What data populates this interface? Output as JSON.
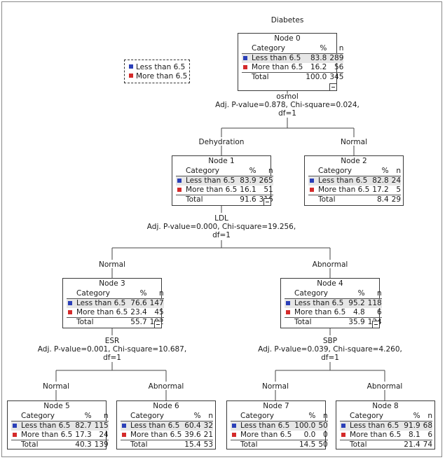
{
  "title": "Diabetes",
  "colors": {
    "less": "#2a3fb8",
    "more": "#d42a2a"
  },
  "legend": {
    "less": "Less than 6.5",
    "more": "More than 6.5"
  },
  "header": {
    "category": "Category",
    "pct": "%",
    "n": "n"
  },
  "nodes": {
    "n0": {
      "title": "Node 0",
      "r1": [
        "Less than 6.5",
        "83.8",
        "289"
      ],
      "r2": [
        "More than 6.5",
        "16.2",
        "56"
      ],
      "tot": [
        "Total",
        "100.0",
        "345"
      ]
    },
    "n1": {
      "title": "Node 1",
      "r1": [
        "Less than 6.5",
        "83.9",
        "265"
      ],
      "r2": [
        "More than 6.5",
        "16.1",
        "51"
      ],
      "tot": [
        "Total",
        "91.6",
        "316"
      ]
    },
    "n2": {
      "title": "Node 2",
      "r1": [
        "Less than 6.5",
        "82.8",
        "24"
      ],
      "r2": [
        "More than 6.5",
        "17.2",
        "5"
      ],
      "tot": [
        "Total",
        "8.4",
        "29"
      ]
    },
    "n3": {
      "title": "Node 3",
      "r1": [
        "Less than 6.5",
        "76.6",
        "147"
      ],
      "r2": [
        "More than 6.5",
        "23.4",
        "45"
      ],
      "tot": [
        "Total",
        "55.7",
        "192"
      ]
    },
    "n4": {
      "title": "Node 4",
      "r1": [
        "Less than 6.5",
        "95.2",
        "118"
      ],
      "r2": [
        "More than 6.5",
        "4.8",
        "6"
      ],
      "tot": [
        "Total",
        "35.9",
        "124"
      ]
    },
    "n5": {
      "title": "Node 5",
      "r1": [
        "Less than 6.5",
        "82.7",
        "115"
      ],
      "r2": [
        "More than 6.5",
        "17.3",
        "24"
      ],
      "tot": [
        "Total",
        "40.3",
        "139"
      ]
    },
    "n6": {
      "title": "Node 6",
      "r1": [
        "Less than 6.5",
        "60.4",
        "32"
      ],
      "r2": [
        "More than 6.5",
        "39.6",
        "21"
      ],
      "tot": [
        "Total",
        "15.4",
        "53"
      ]
    },
    "n7": {
      "title": "Node 7",
      "r1": [
        "Less than 6.5",
        "100.0",
        "50"
      ],
      "r2": [
        "More than 6.5",
        "0.0",
        "0"
      ],
      "tot": [
        "Total",
        "14.5",
        "50"
      ]
    },
    "n8": {
      "title": "Node 8",
      "r1": [
        "Less than 6.5",
        "91.9",
        "68"
      ],
      "r2": [
        "More than 6.5",
        "8.1",
        "6"
      ],
      "tot": [
        "Total",
        "21.4",
        "74"
      ]
    }
  },
  "splits": {
    "s0": {
      "var": "osmol",
      "stat": "Adj. P-value=0.878, Chi-square=0.024,",
      "df": "df=1"
    },
    "s1": {
      "var": "LDL",
      "stat": "Adj. P-value=0.000, Chi-square=19.256,",
      "df": "df=1"
    },
    "s3": {
      "var": "ESR",
      "stat": "Adj. P-value=0.001, Chi-square=10.687,",
      "df": "df=1"
    },
    "s4": {
      "var": "SBP",
      "stat": "Adj. P-value=0.039, Chi-square=4.260,",
      "df": "df=1"
    }
  },
  "branches": {
    "b1": "Dehydration",
    "b2": "Normal",
    "b3": "Normal",
    "b4": "Abnormal",
    "b5": "Normal",
    "b6": "Abnormal",
    "b7": "Normal",
    "b8": "Abnormal"
  }
}
